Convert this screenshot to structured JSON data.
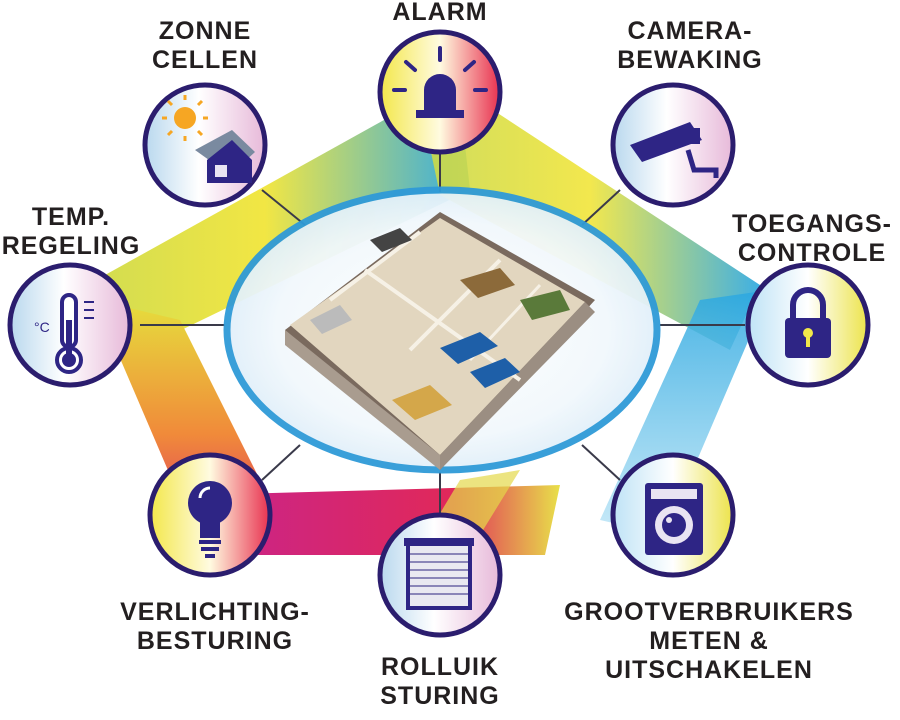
{
  "nodes": [
    {
      "id": "zonne",
      "icon": "solar-house-icon",
      "lines": [
        "ZONNE",
        "CELLEN"
      ]
    },
    {
      "id": "alarm",
      "icon": "alarm-siren-icon",
      "lines": [
        "ALARM"
      ]
    },
    {
      "id": "camera",
      "icon": "security-camera-icon",
      "lines": [
        "CAMERA-",
        "BEWAKING"
      ]
    },
    {
      "id": "temp",
      "icon": "thermometer-icon",
      "lines": [
        "TEMP.",
        "REGELING"
      ]
    },
    {
      "id": "toegang",
      "icon": "padlock-icon",
      "lines": [
        "TOEGANGS-",
        "CONTROLE"
      ]
    },
    {
      "id": "verlichting",
      "icon": "light-bulb-icon",
      "lines": [
        "VERLICHTING-",
        "BESTURING"
      ]
    },
    {
      "id": "rolluik",
      "icon": "roller-shutter-icon",
      "lines": [
        "ROLLUIK",
        "STURING"
      ]
    },
    {
      "id": "groot",
      "icon": "washing-machine-icon",
      "lines": [
        "GROOTVERBRUIKERS",
        "METEN &",
        "UITSCHAKELEN"
      ]
    }
  ],
  "center": {
    "icon": "floor-plan-3d-icon"
  },
  "colors": {
    "circle_stroke": "#2b1d6e",
    "icon_fill": "#2e2585",
    "ellipse_stroke": "#2f9ad8",
    "band_yellow": "#e7e24a",
    "band_red": "#e0285a",
    "band_magenta": "#c8248c",
    "band_blue": "#2aa7e0",
    "label_text": "#231f20",
    "connector": "#3a3a4a"
  }
}
